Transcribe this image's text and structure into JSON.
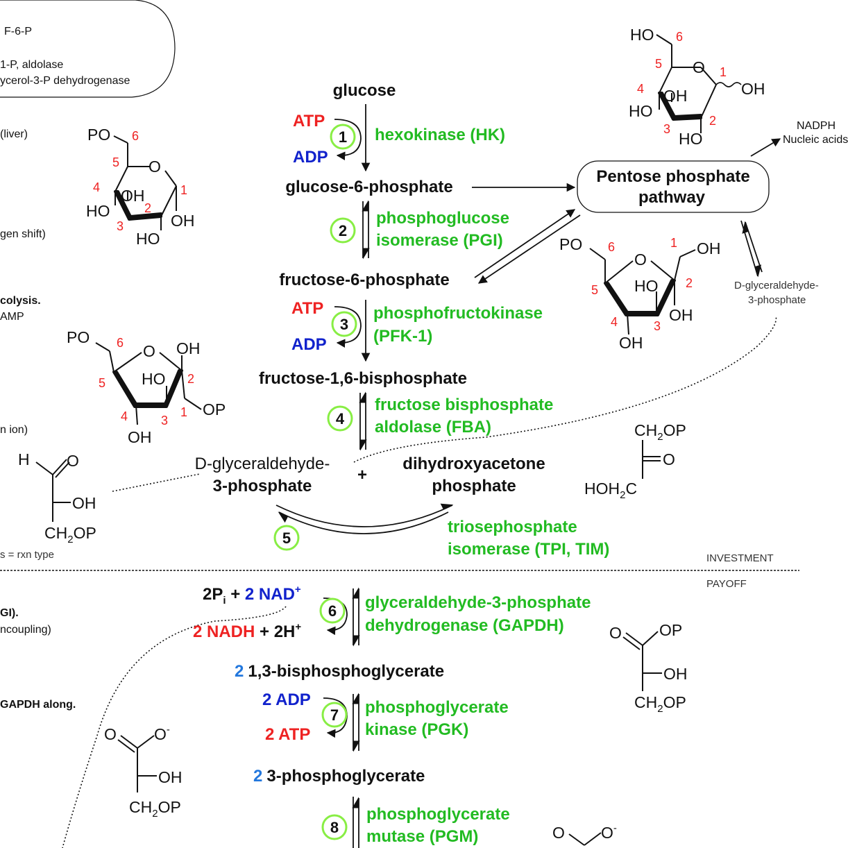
{
  "left_notes": {
    "lines": [
      "F-6-P",
      "1-P, aldolase",
      "ycerol-3-P dehydrogenase",
      "(liver)",
      "gen shift)",
      "colysis.",
      "AMP",
      "n ion)",
      "s = rxn type",
      "GI).",
      "ncoupling)",
      "GAPDH along."
    ]
  },
  "metabolites": {
    "glucose": "glucose",
    "g6p": "glucose-6-phosphate",
    "f6p": "fructose-6-phosphate",
    "f16bp": "fructose-1,6-bisphosphate",
    "gap_line1": "D-glyceraldehyde-",
    "gap_line2": "3-phosphate",
    "plus": "+",
    "dhap_line1": "dihydroxyacetone",
    "dhap_line2": "phosphate",
    "bpg_coef": "2",
    "bpg": "1,3-bisphosphoglycerate",
    "pg3_coef": "2",
    "pg3": "3-phosphoglycerate"
  },
  "enzymes": {
    "e1": "hexokinase (HK)",
    "e2_line1": "phosphoglucose",
    "e2_line2": "isomerase (PGI)",
    "e3_line1": "phosphofructokinase",
    "e3_line2": "(PFK-1)",
    "e4_line1": "fructose bisphosphate",
    "e4_line2": "aldolase (FBA)",
    "e5_line1": "triosephosphate",
    "e5_line2": "isomerase (TPI, TIM)",
    "e6_line1": "glyceraldehyde-3-phosphate",
    "e6_line2": "dehydrogenase (GAPDH)",
    "e7_line1": "phosphoglycerate",
    "e7_line2": "kinase (PGK)",
    "e8_line1": "phosphoglycerate",
    "e8_line2": "mutase (PGM)"
  },
  "steps": [
    "1",
    "2",
    "3",
    "4",
    "5",
    "6",
    "7",
    "8"
  ],
  "cofactors": {
    "atp": "ATP",
    "adp": "ADP",
    "pi_coef": "2P",
    "pi_sub": "i",
    "pi_plus": " + ",
    "nad_coef": "2 NAD",
    "nad_sup": "+",
    "nadh": "2 NADH",
    "h_part": " + 2H",
    "h_sup": "+",
    "adp2": "2 ADP",
    "atp2": "2 ATP"
  },
  "ppp": {
    "line1": "Pentose phosphate",
    "line2": "pathway",
    "out1": "NADPH",
    "out2": "Nucleic acids",
    "side1": "D-glyceraldehyde-",
    "side2": "3-phosphate"
  },
  "phases": {
    "investment": "INVESTMENT",
    "payoff": "PAYOFF"
  },
  "atoms": {
    "ho": "HO",
    "oh": "OH",
    "o": "O",
    "po": "PO",
    "op": "OP",
    "h": "H",
    "c": "C",
    "ch2": "CH",
    "sub2": "2",
    "hoh2": "HOH",
    "o_minus": "-"
  },
  "carbons": [
    "1",
    "2",
    "3",
    "4",
    "5",
    "6"
  ],
  "colors": {
    "enzyme": "#22bb22",
    "atp": "#ee2222",
    "adp": "#1122cc",
    "coefficient": "#2277dd",
    "step_circle": "#88ee44",
    "carbon_number": "#ee2222"
  }
}
